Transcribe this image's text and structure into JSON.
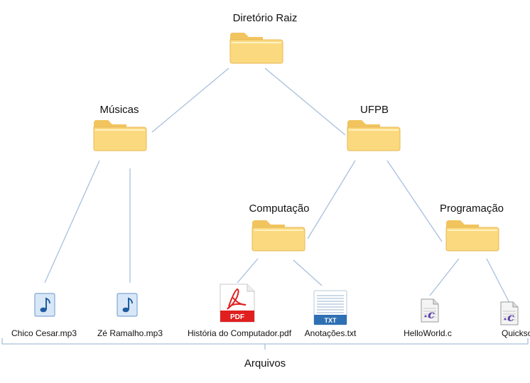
{
  "folders": {
    "root": "Diretório Raiz",
    "musicas": "Músicas",
    "ufpb": "UFPB",
    "computacao": "Computação",
    "programacao": "Programação"
  },
  "files": {
    "chico": "Chico Cesar.mp3",
    "ze": "Zé Ramalho.mp3",
    "historia": "História do Computador.pdf",
    "anotacoes": "Anotações.txt",
    "hello": "HelloWorld.c",
    "quicksort": "Quicksort.c"
  },
  "icons": {
    "pdf": "PDF",
    "txt": "TXT",
    "c": "c"
  },
  "footer": {
    "label": "Arquivos"
  },
  "colors": {
    "edge": "#a8c0dc",
    "folder_body": "#fbd97e",
    "folder_tab": "#f2c45e",
    "pdf_red": "#e0201f",
    "txt_blue": "#2f6fb4",
    "music_blue": "#7fa8d6"
  }
}
